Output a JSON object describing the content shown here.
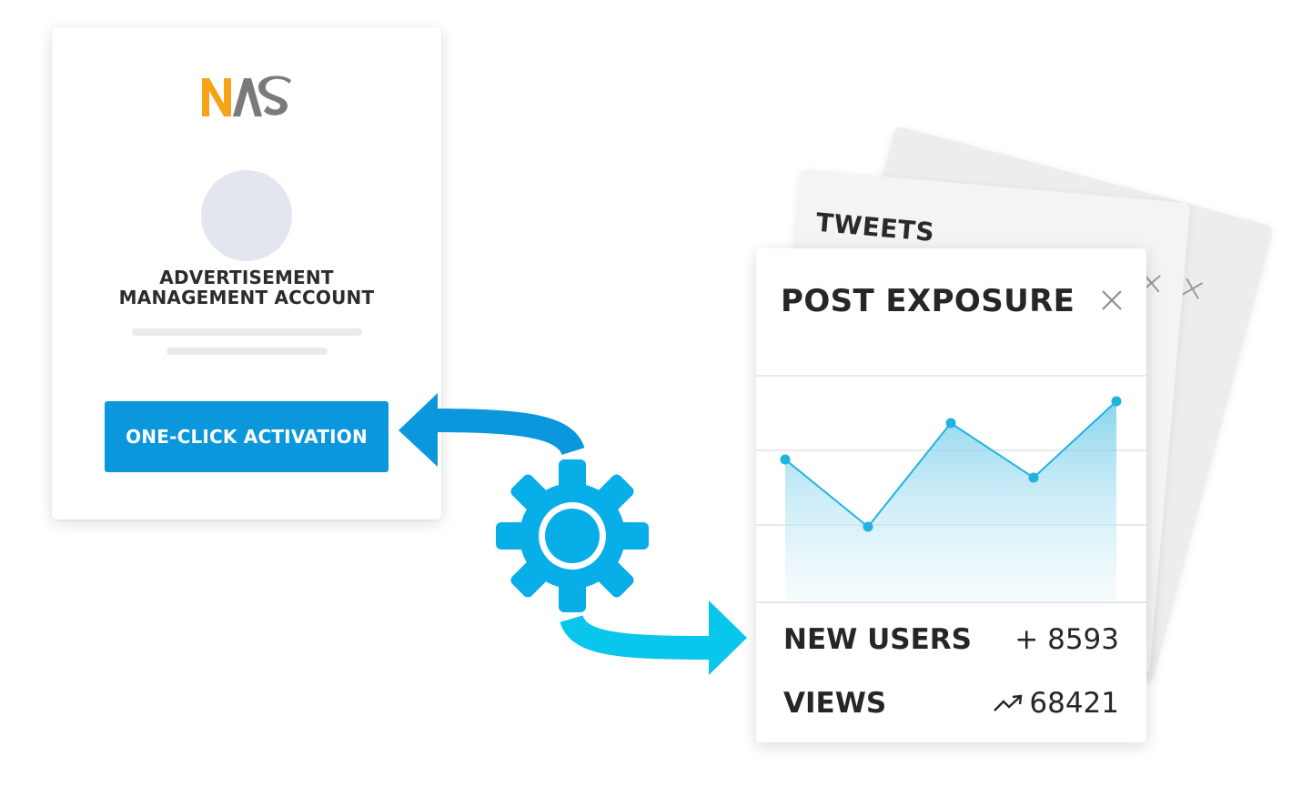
{
  "account_card": {
    "logo_text": "NAS",
    "title_line1": "ADVERTISEMENT",
    "title_line2": "MANAGEMENT ACCOUNT",
    "activation_button": "ONE-CLICK ACTIVATION"
  },
  "back_cards": {
    "tweets_label": "TWEETS"
  },
  "exposure_card": {
    "title": "POST EXPOSURE",
    "new_users_label": "NEW USERS",
    "new_users_value": "+ 8593",
    "views_label": "VIEWS",
    "views_value": "68421"
  },
  "chart_data": {
    "type": "area",
    "values": [
      69,
      32,
      89,
      59,
      101
    ],
    "ylim": [
      -10,
      125
    ],
    "grid": true
  },
  "colors": {
    "accent_button": "#0b97dc",
    "arrow_top": "#0b97dc",
    "arrow_bottom": "#09c6ec",
    "gear": "#08aee8",
    "chart_line": "#1fb3e0",
    "logo_orange": "#f6a31a",
    "logo_gray": "#7a7a7a"
  },
  "icons": {
    "close": "close-icon",
    "gear": "gear-icon",
    "trend": "trending-up-icon"
  }
}
